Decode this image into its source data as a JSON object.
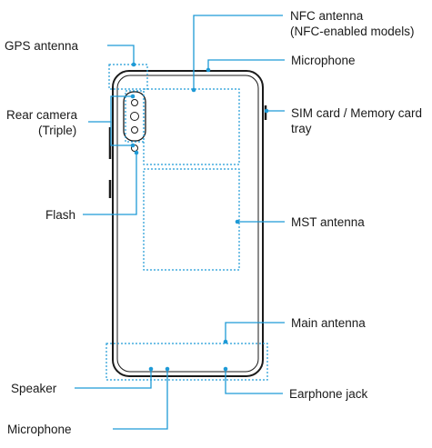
{
  "labels": {
    "nfc_antenna": "NFC antenna",
    "nfc_enabled_models": "(NFC-enabled models)",
    "gps_antenna": "GPS antenna",
    "microphone_top": "Microphone",
    "rear_camera": "Rear camera",
    "rear_camera_sub": "(Triple)",
    "sim_tray": "SIM card / Memory card",
    "sim_tray_sub": "tray",
    "flash": "Flash",
    "mst_antenna": "MST antenna",
    "main_antenna": "Main antenna",
    "speaker": "Speaker",
    "earphone_jack": "Earphone jack",
    "microphone_bottom": "Microphone"
  },
  "colors": {
    "leader": "#1e9ad6",
    "outline": "#1a1a1a"
  }
}
